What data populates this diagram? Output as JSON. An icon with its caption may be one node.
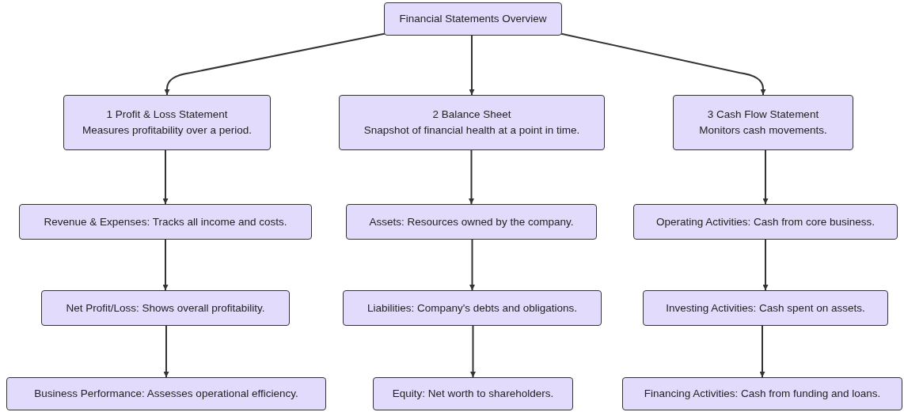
{
  "diagram": {
    "nodes": [
      {
        "text": [
          "Financial Statements Overview"
        ]
      },
      {
        "text": [
          "1 Profit & Loss Statement",
          "Measures profitability over a period."
        ]
      },
      {
        "text": [
          "2 Balance Sheet",
          "Snapshot of financial health at a point in time."
        ]
      },
      {
        "text": [
          "3 Cash Flow Statement",
          "Monitors cash movements."
        ]
      },
      {
        "text": [
          "Revenue & Expenses: Tracks all income and costs."
        ]
      },
      {
        "text": [
          "Net Profit/Loss: Shows overall profitability."
        ]
      },
      {
        "text": [
          "Business Performance: Assesses operational efficiency."
        ]
      },
      {
        "text": [
          "Assets: Resources owned by the company."
        ]
      },
      {
        "text": [
          "Liabilities: Company's debts and obligations."
        ]
      },
      {
        "text": [
          "Equity: Net worth to shareholders."
        ]
      },
      {
        "text": [
          "Operating Activities: Cash from core business."
        ]
      },
      {
        "text": [
          "Investing Activities: Cash spent on assets."
        ]
      },
      {
        "text": [
          "Financing Activities: Cash from funding and loans."
        ]
      }
    ],
    "edges": [
      {
        "from": 0,
        "to": 1,
        "arrow": "to"
      },
      {
        "from": 0,
        "to": 2,
        "arrow": "to"
      },
      {
        "from": 0,
        "to": 3,
        "arrow": "to"
      },
      {
        "from": 1,
        "to": 4,
        "arrow": "to"
      },
      {
        "from": 4,
        "to": 5,
        "arrow": "to"
      },
      {
        "from": 5,
        "to": 6,
        "arrow": "to"
      },
      {
        "from": 2,
        "to": 7,
        "arrow": "to"
      },
      {
        "from": 7,
        "to": 8,
        "arrow": "to"
      },
      {
        "from": 8,
        "to": 9,
        "arrow": "to"
      },
      {
        "from": 3,
        "to": 10,
        "arrow": "to"
      },
      {
        "from": 10,
        "to": 11,
        "arrow": "to"
      },
      {
        "from": 11,
        "to": 12,
        "arrow": "to"
      }
    ]
  }
}
